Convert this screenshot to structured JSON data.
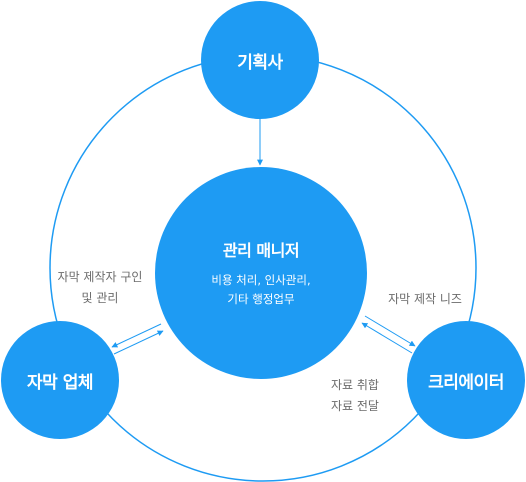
{
  "nodes": {
    "planner": "기획사",
    "manager": {
      "title": "관리 매니저",
      "desc": [
        "비용 처리, 인사관리,",
        "기타 행정업무"
      ]
    },
    "subtitle_vendor": "자막 업체",
    "creator": "크리에이터"
  },
  "edges": {
    "manager_vendor": [
      "자막 제작자 구인",
      "및 관리"
    ],
    "manager_creator": "자막 제작 니즈",
    "vendor_creator": [
      "자료 취합",
      "자료 전달"
    ]
  },
  "colors": {
    "node_fill": "#1e9bf3",
    "line": "#1e9bf3",
    "label_text": "#6b6b6b"
  }
}
